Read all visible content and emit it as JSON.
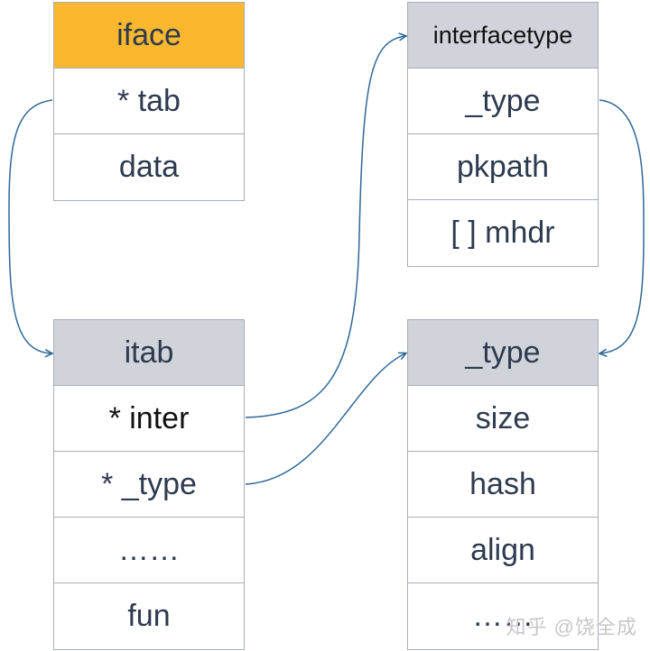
{
  "iface": {
    "header": "iface",
    "rows": [
      "* tab",
      "data"
    ]
  },
  "itab": {
    "header": "itab",
    "rows": [
      "* inter",
      "* _type",
      "……",
      "fun"
    ]
  },
  "interfacetype": {
    "header": "interfacetype",
    "rows": [
      "_type",
      "pkpath",
      "[ ] mhdr"
    ]
  },
  "type": {
    "header": "_type",
    "rows": [
      "size",
      "hash",
      "align",
      "……"
    ]
  },
  "watermark": "知乎 @饶全成",
  "colors": {
    "iface_header": "#fbb82f",
    "table_header": "#d0d3da",
    "arrow": "#2f6797",
    "text": "#2e3a4f"
  }
}
